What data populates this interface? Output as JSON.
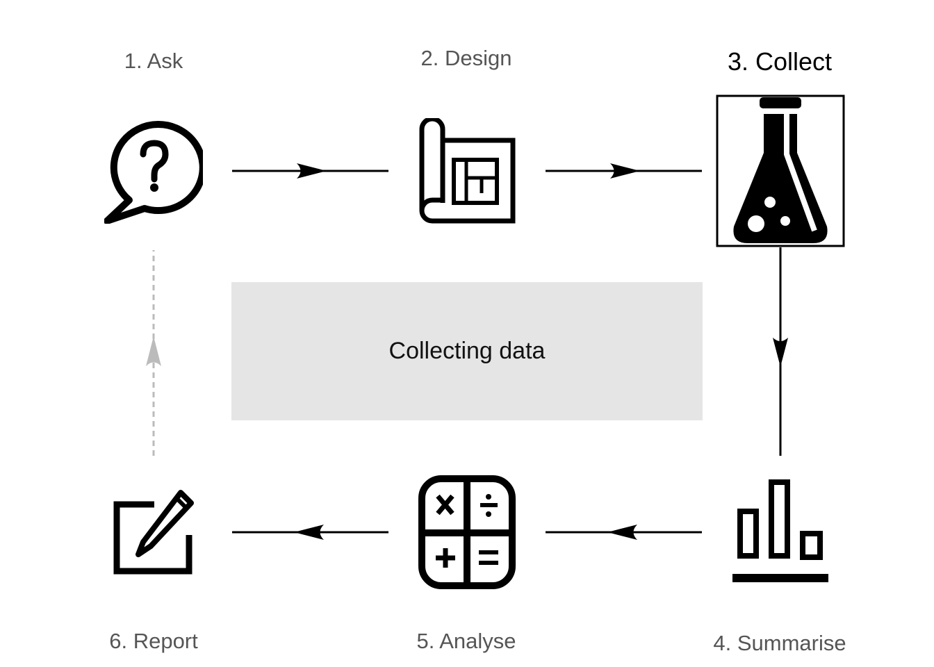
{
  "stages": [
    {
      "label": "1. Ask",
      "icon": "speech-bubble-question-icon",
      "active": false
    },
    {
      "label": "2. Design",
      "icon": "blueprint-icon",
      "active": false
    },
    {
      "label": "3. Collect",
      "icon": "flask-icon",
      "active": true
    },
    {
      "label": "4. Summarise",
      "icon": "bar-chart-icon",
      "active": false
    },
    {
      "label": "5. Analyse",
      "icon": "calculator-icon",
      "active": false
    },
    {
      "label": "6. Report",
      "icon": "edit-note-icon",
      "active": false
    }
  ],
  "caption": "Collecting data",
  "colors": {
    "active_text": "#000000",
    "inactive_text": "#555555",
    "caption_background": "#e5e5e5",
    "return_arrow": "#bbbbbb"
  }
}
